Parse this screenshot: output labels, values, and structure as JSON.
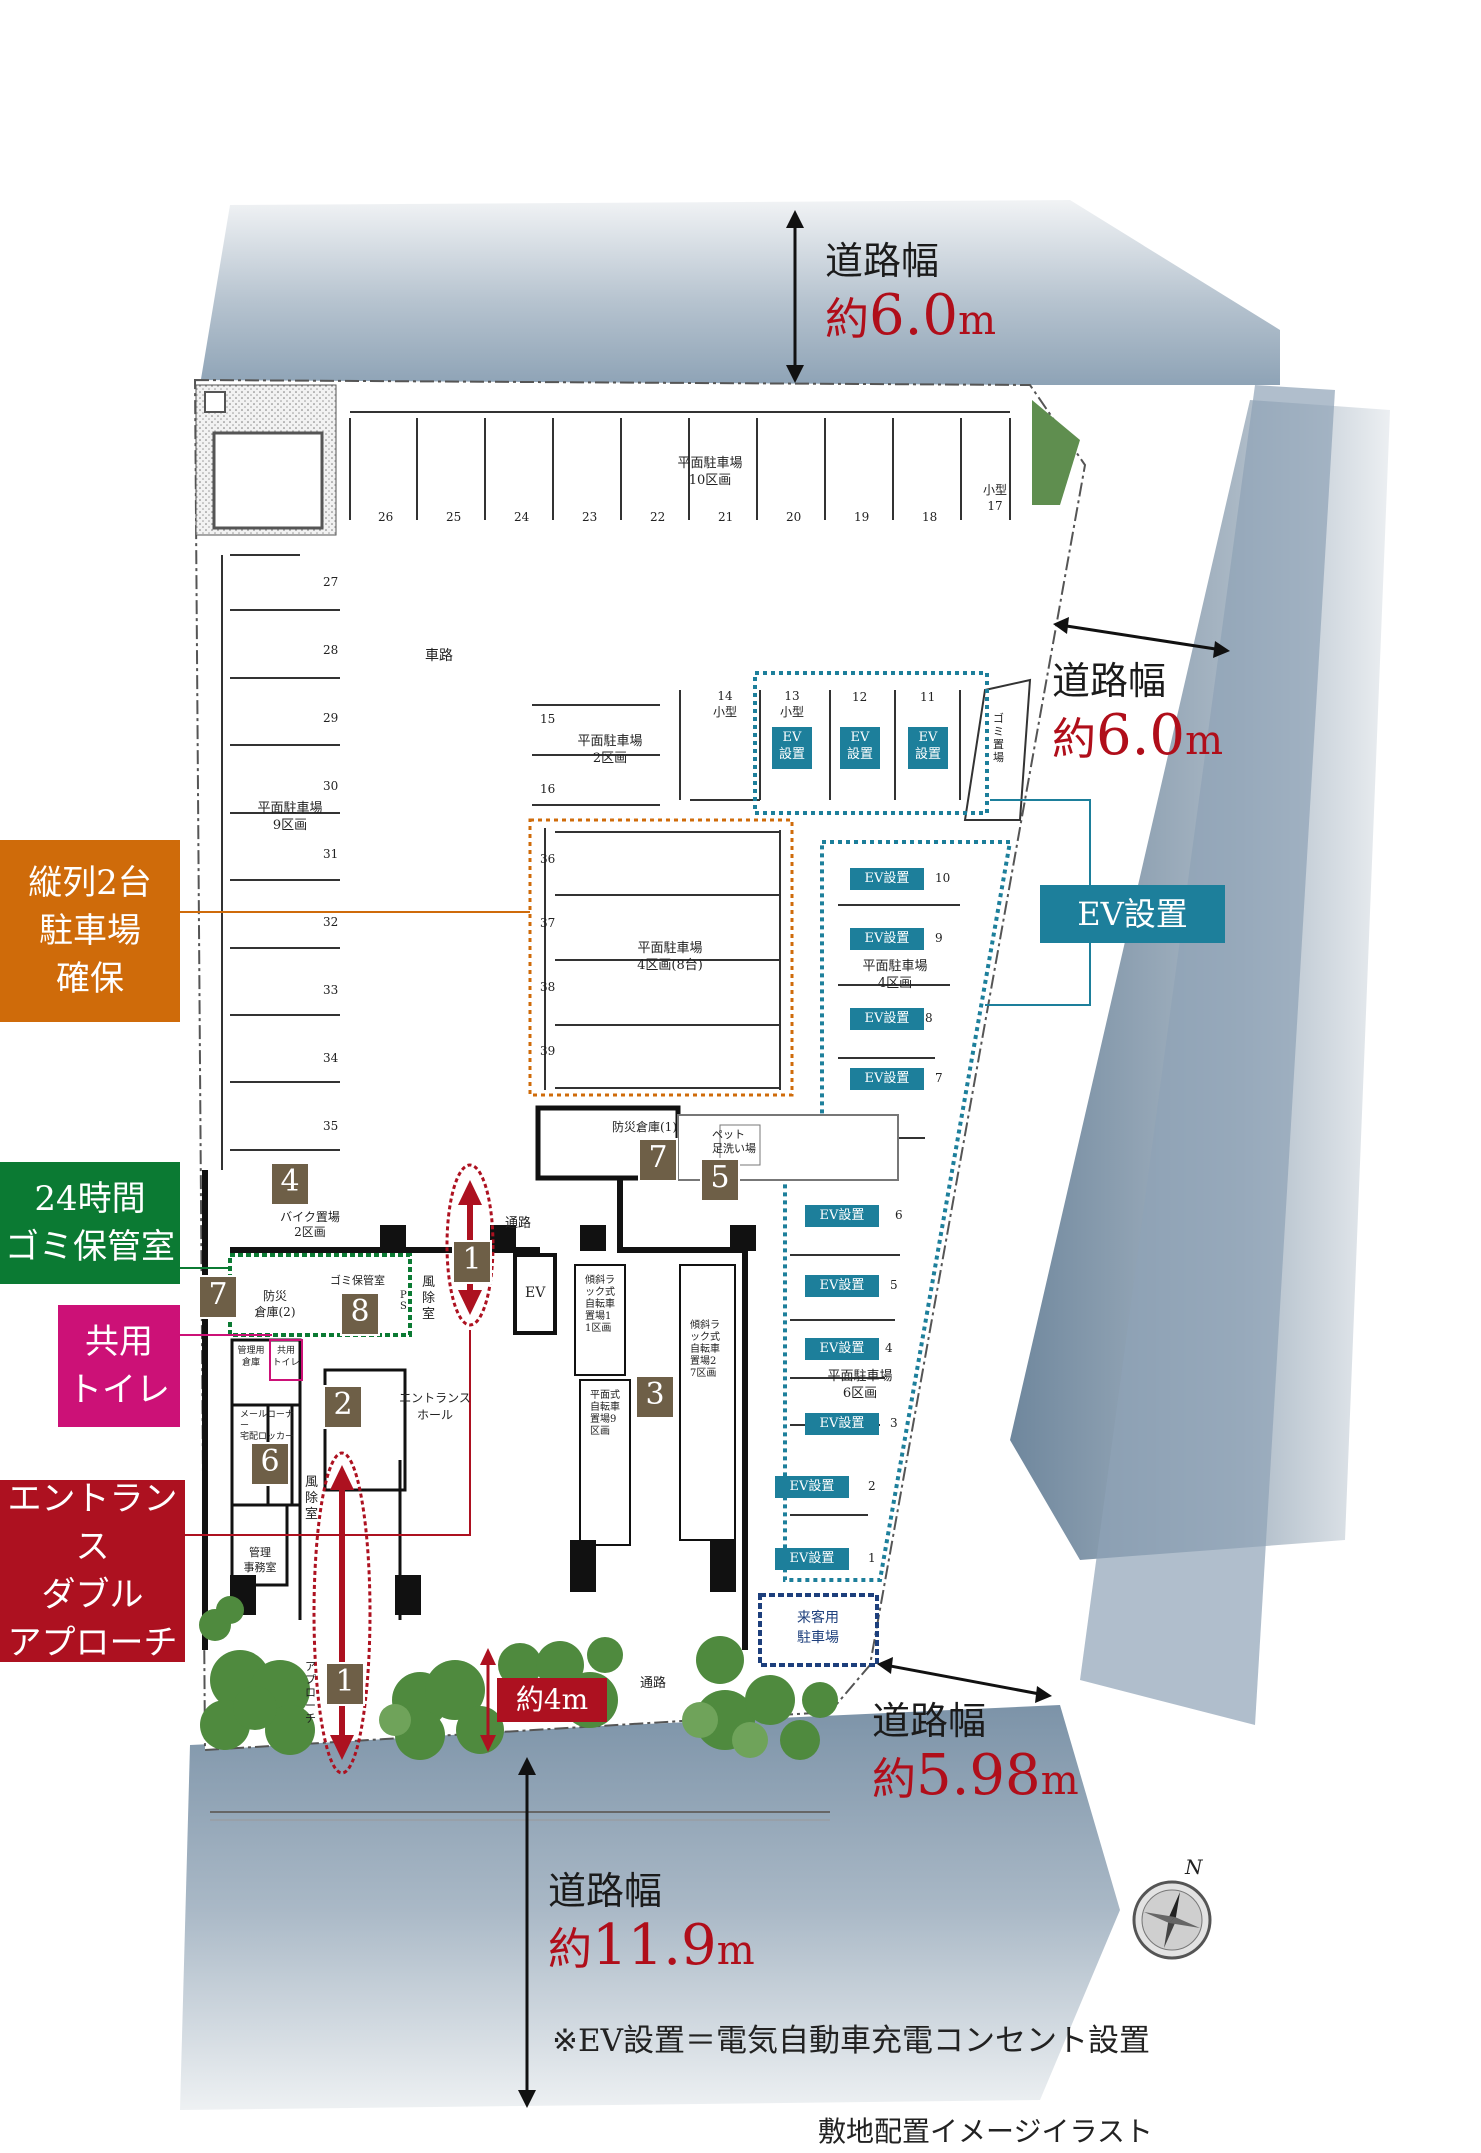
{
  "callouts": {
    "parking_tandem": "縦列2台\n駐車場\n確保",
    "garbage_24h": "24時間\nゴミ保管室",
    "toilet": "共用\nトイレ",
    "entrance": "エントランス\nダブル\nアプローチ",
    "ev": "EV設置"
  },
  "roads": {
    "north": {
      "label": "道路幅",
      "prefix": "約",
      "value": "6.0",
      "unit": "m"
    },
    "east": {
      "label": "道路幅",
      "prefix": "約",
      "value": "6.0",
      "unit": "m"
    },
    "southeast": {
      "label": "道路幅",
      "prefix": "約",
      "value": "5.98",
      "unit": "m"
    },
    "south": {
      "label": "道路幅",
      "prefix": "約",
      "value": "11.9",
      "unit": "m"
    }
  },
  "approach_width": "約4m",
  "footnote": "※EV設置＝電気自動車充電コンセント設置",
  "caption": "敷地配置イメージイラスト",
  "compass": "N",
  "plan": {
    "parking_north": "平面駐車場\n10区画",
    "parking_north_numbers": [
      "26",
      "25",
      "24",
      "23",
      "22",
      "21",
      "20",
      "19",
      "18"
    ],
    "small_17": "小型\n17",
    "west_numbers": [
      "27",
      "28",
      "29",
      "30",
      "31",
      "32",
      "33",
      "34",
      "35"
    ],
    "parking_west": "平面駐車場\n9区画",
    "road_label": "車路",
    "parking_2": "平面駐車場\n2区画",
    "num_15": "15",
    "num_16": "16",
    "small_14": "14\n小型",
    "small_13": "13\n小型",
    "num_12": "12",
    "num_11": "11",
    "garbage_place": "ゴミ置場",
    "parking_4": "平面駐車場\n4区画(8台)",
    "tandem_numbers": [
      "36",
      "37",
      "38",
      "39"
    ],
    "ev_east_labels": [
      "EV設置",
      "EV設置",
      "EV設置",
      "EV設置"
    ],
    "ev_east_numbers": [
      "10",
      "9",
      "8",
      "7"
    ],
    "parking_east": "平面駐車場\n4区画",
    "ev_se_labels": [
      "EV設置",
      "EV設置",
      "EV設置",
      "EV設置"
    ],
    "ev_se_numbers": [
      "6",
      "5",
      "4",
      "3"
    ],
    "parking_se": "平面駐車場\n6区画",
    "ev_s_labels": [
      "EV設置",
      "EV設置"
    ],
    "ev_s_numbers": [
      "2",
      "1"
    ],
    "guest_parking": "来客用\n駐車場",
    "ev_top_label": "EV\n設置",
    "disaster_1": "防災倉庫(1)",
    "pet_wash": "ペット\n足洗い場",
    "bike": "バイク置場\n2区画",
    "passage": "通路",
    "disaster_2": "防災\n倉庫(2)",
    "garbage_room": "ゴミ保管室",
    "ps": "PS",
    "windbreak": "風除室",
    "ev_elevator": "EV",
    "bicycle_rack": "傾斜ラック式\n自転車置場11区画",
    "bicycle_flat": "平面式\n自転車置場9区画",
    "bicycle_rack27": "傾斜ラック式\n自転車置場27区画",
    "mgmt_storage": "管理用\n倉庫",
    "shared_toilet": "共用\nトイレ",
    "entrance_hall": "エントランス\nホール",
    "delivery": "メールコーナー\n宅配ロッカー",
    "mgmt_office": "管理\n事務室",
    "approach": "アプローチ",
    "passage_south": "通路"
  },
  "badges": {
    "b1a": "1",
    "b1b": "1",
    "b2": "2",
    "b3": "3",
    "b4": "4",
    "b5": "5",
    "b6": "6",
    "b7a": "7",
    "b7b": "7",
    "b8": "8"
  },
  "colors": {
    "orange": "#cf6b0a",
    "green": "#0b7a33",
    "magenta": "#cc1177",
    "crimson": "#ad1120",
    "teal": "#1d7f9b",
    "badge": "#6e5f47",
    "road_red": "#b00e1a"
  }
}
